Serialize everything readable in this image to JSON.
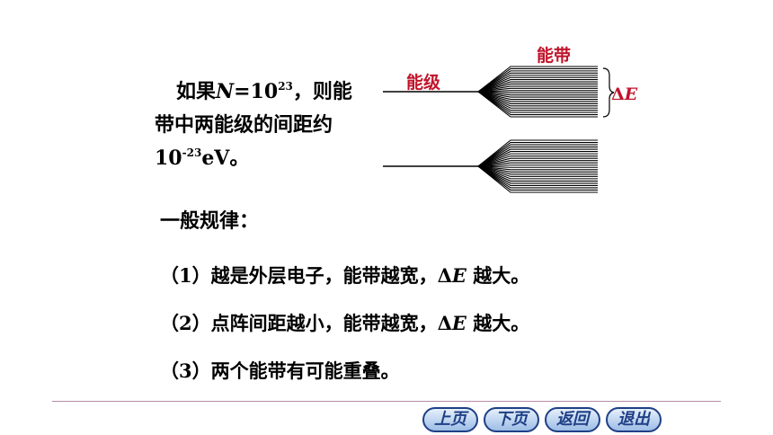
{
  "intro": {
    "line1_prefix": "如果",
    "line1_var": "N",
    "line1_eq": "=10",
    "line1_exp": "23",
    "line1_suffix": "，则能",
    "line2": "带中两能级的间距约",
    "line3_base": "10",
    "line3_exp": "-23",
    "line3_suffix": "eV。"
  },
  "diagram": {
    "band_label": "能带",
    "level_label": "能级",
    "delta_symbol": "Δ",
    "delta_var": "E",
    "color": "#c0142b"
  },
  "rules": {
    "heading": "一般规律：",
    "items": [
      {
        "prefix": "（1）越是外层电子，能带越宽，",
        "delta": "Δ",
        "var": "E",
        "suffix": " 越大。"
      },
      {
        "prefix": "（2）点阵间距越小，能带越宽，",
        "delta": "Δ",
        "var": "E",
        "suffix": " 越大。"
      },
      {
        "prefix": "（3）两个能带有可能重叠。",
        "delta": "",
        "var": "",
        "suffix": ""
      }
    ]
  },
  "nav": {
    "prev": "上页",
    "next": "下页",
    "back": "返回",
    "exit": "退出"
  }
}
